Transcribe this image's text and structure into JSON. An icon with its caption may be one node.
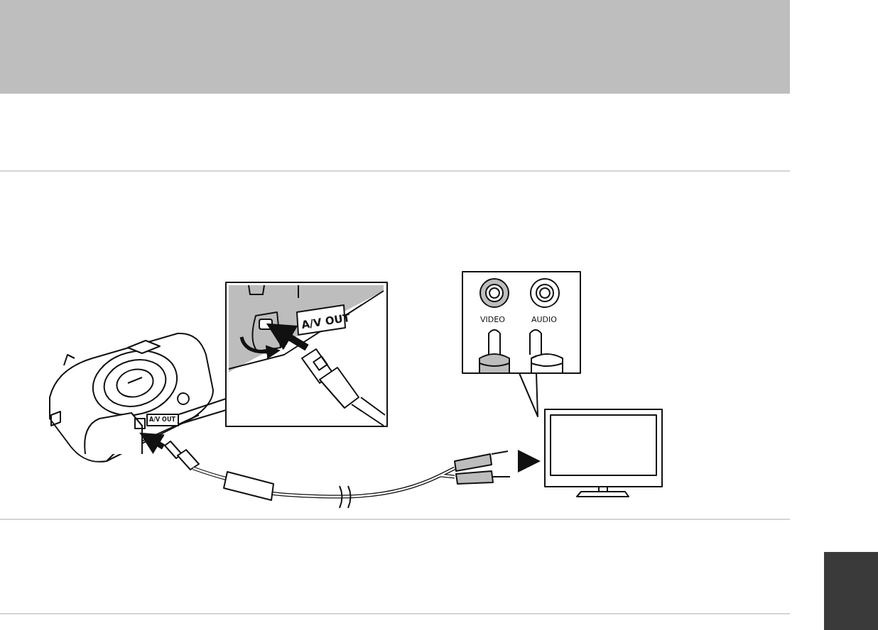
{
  "diagram": {
    "labels": [
      "A/V OUT",
      "VIDEO",
      "AUDIO",
      "A/V OUT"
    ]
  }
}
